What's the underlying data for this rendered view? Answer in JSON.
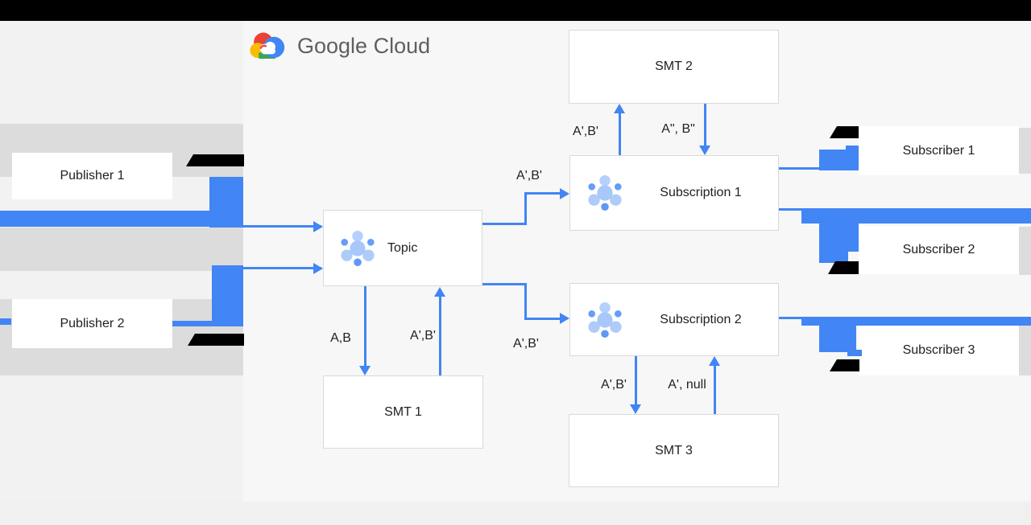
{
  "brand": {
    "name": "Google Cloud",
    "logo": "google-cloud-logo"
  },
  "publishers": [
    {
      "label": "Publisher 1"
    },
    {
      "label": "Publisher 2"
    }
  ],
  "nodes": {
    "topic": {
      "label": "Topic",
      "icon": "pubsub-icon"
    },
    "smt1": {
      "label": "SMT 1"
    },
    "smt2": {
      "label": "SMT 2"
    },
    "smt3": {
      "label": "SMT 3"
    },
    "sub1": {
      "label": "Subscription 1",
      "icon": "pubsub-icon"
    },
    "sub2": {
      "label": "Subscription 2",
      "icon": "pubsub-icon"
    }
  },
  "subscribers": [
    {
      "label": "Subscriber 1"
    },
    {
      "label": "Subscriber 2"
    },
    {
      "label": "Subscriber 3"
    }
  ],
  "edge_labels": {
    "topic_to_sub1": "A',B'",
    "topic_to_sub2": "A',B'",
    "topic_to_smt1": "A,B",
    "smt1_to_topic": "A',B'",
    "sub1_to_smt2": "A',B'",
    "smt2_to_sub1": "A\", B\"",
    "sub2_to_smt3": "A',B'",
    "smt3_to_sub2": "A', null"
  },
  "colors": {
    "arrow_blue": "#4285f4",
    "band_gray": "#dcdcdc",
    "redaction_black": "#000000",
    "box_border": "#d9d9d9",
    "icon_light_blue": "#aecbfa",
    "icon_mid_blue": "#669df6",
    "logo_red": "#ea4335",
    "logo_yellow": "#fbbc04",
    "logo_green": "#34a853",
    "logo_blue": "#4285f4",
    "brand_gray": "#5c5f63"
  }
}
